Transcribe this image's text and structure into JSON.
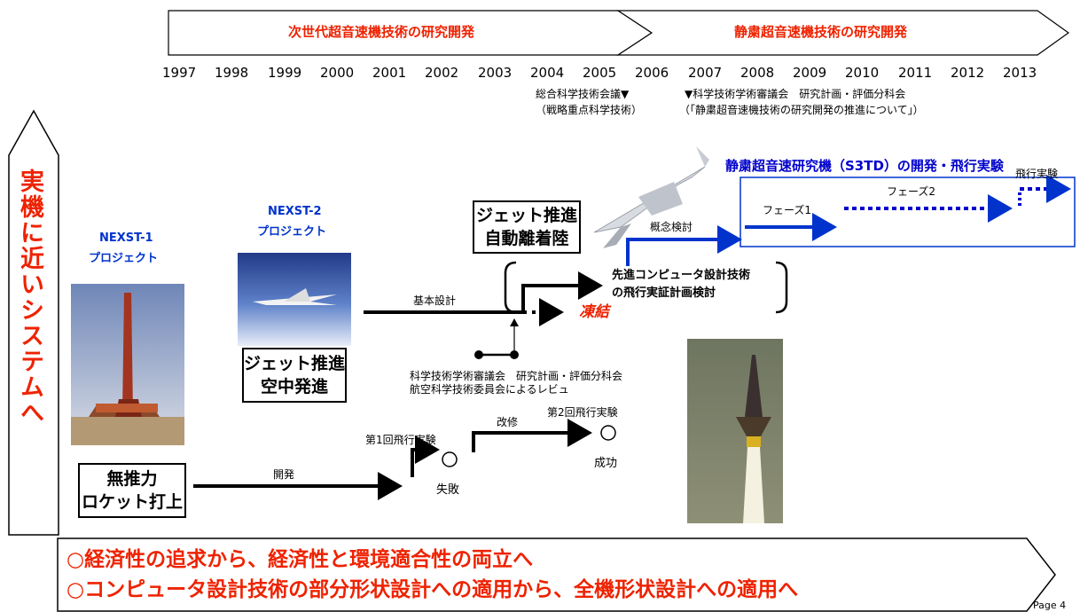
{
  "banner": {
    "phase1": "次世代超音速機技術の研究開発",
    "phase2": "静粛超音速機技術の研究開発"
  },
  "years": [
    "1997",
    "1998",
    "1999",
    "2000",
    "2001",
    "2002",
    "2003",
    "2004",
    "2005",
    "2006",
    "2007",
    "2008",
    "2009",
    "2010",
    "2011",
    "2012",
    "2013"
  ],
  "milestones": {
    "csti_line1": "総合科学技術会議▼",
    "csti_line2": "（戦略重点科学技術）",
    "council_line1": "▼科学技術学術審議会　研究計画・評価分科会",
    "council_line2": "（「静粛超音速機技術の研究開発の推進について」）"
  },
  "side_arrow_label": "実機に近いシステムへ",
  "nexst1": {
    "line1": "NEXST-1",
    "line2": "プロジェクト"
  },
  "nexst2": {
    "line1": "NEXST-2",
    "line2": "プロジェクト"
  },
  "boxes": {
    "jet_launch": [
      "ジェット推進",
      "空中発進"
    ],
    "jet_auto": [
      "ジェット推進",
      "自動離着陸"
    ],
    "rocket": [
      "無推力",
      "ロケット打上"
    ]
  },
  "flow": {
    "basic_design": "基本設計",
    "frozen": "凍結",
    "advanced_line1": "先進コンピュータ設計技術",
    "advanced_line2": "の飛行実証計画検討",
    "concept_study": "概念検討",
    "review_line1": "科学技術学術審議会　研究計画・評価分科会",
    "review_line2": "航空科学技術委員会によるレビュ",
    "develop": "開発",
    "flight1": "第1回飛行実験",
    "failure": "失敗",
    "modification": "改修",
    "flight2": "第2回飛行実験",
    "success": "成功"
  },
  "s3td": {
    "title": "静粛超音速研究機（S3TD）の開発・飛行実験",
    "phase1": "フェーズ1",
    "phase2": "フェーズ2",
    "flight_test": "飛行実験"
  },
  "bottom": {
    "line1": "○経済性の追求から、経済性と環境適合性の両立へ",
    "line2": "○コンピュータ設計技術の部分形状設計への適用から、全機形状設計への適用へ"
  },
  "page_label": "Page 4",
  "colors": {
    "red": "#ee2200",
    "blue": "#0033cc",
    "dark_blue": "#0000cc"
  }
}
